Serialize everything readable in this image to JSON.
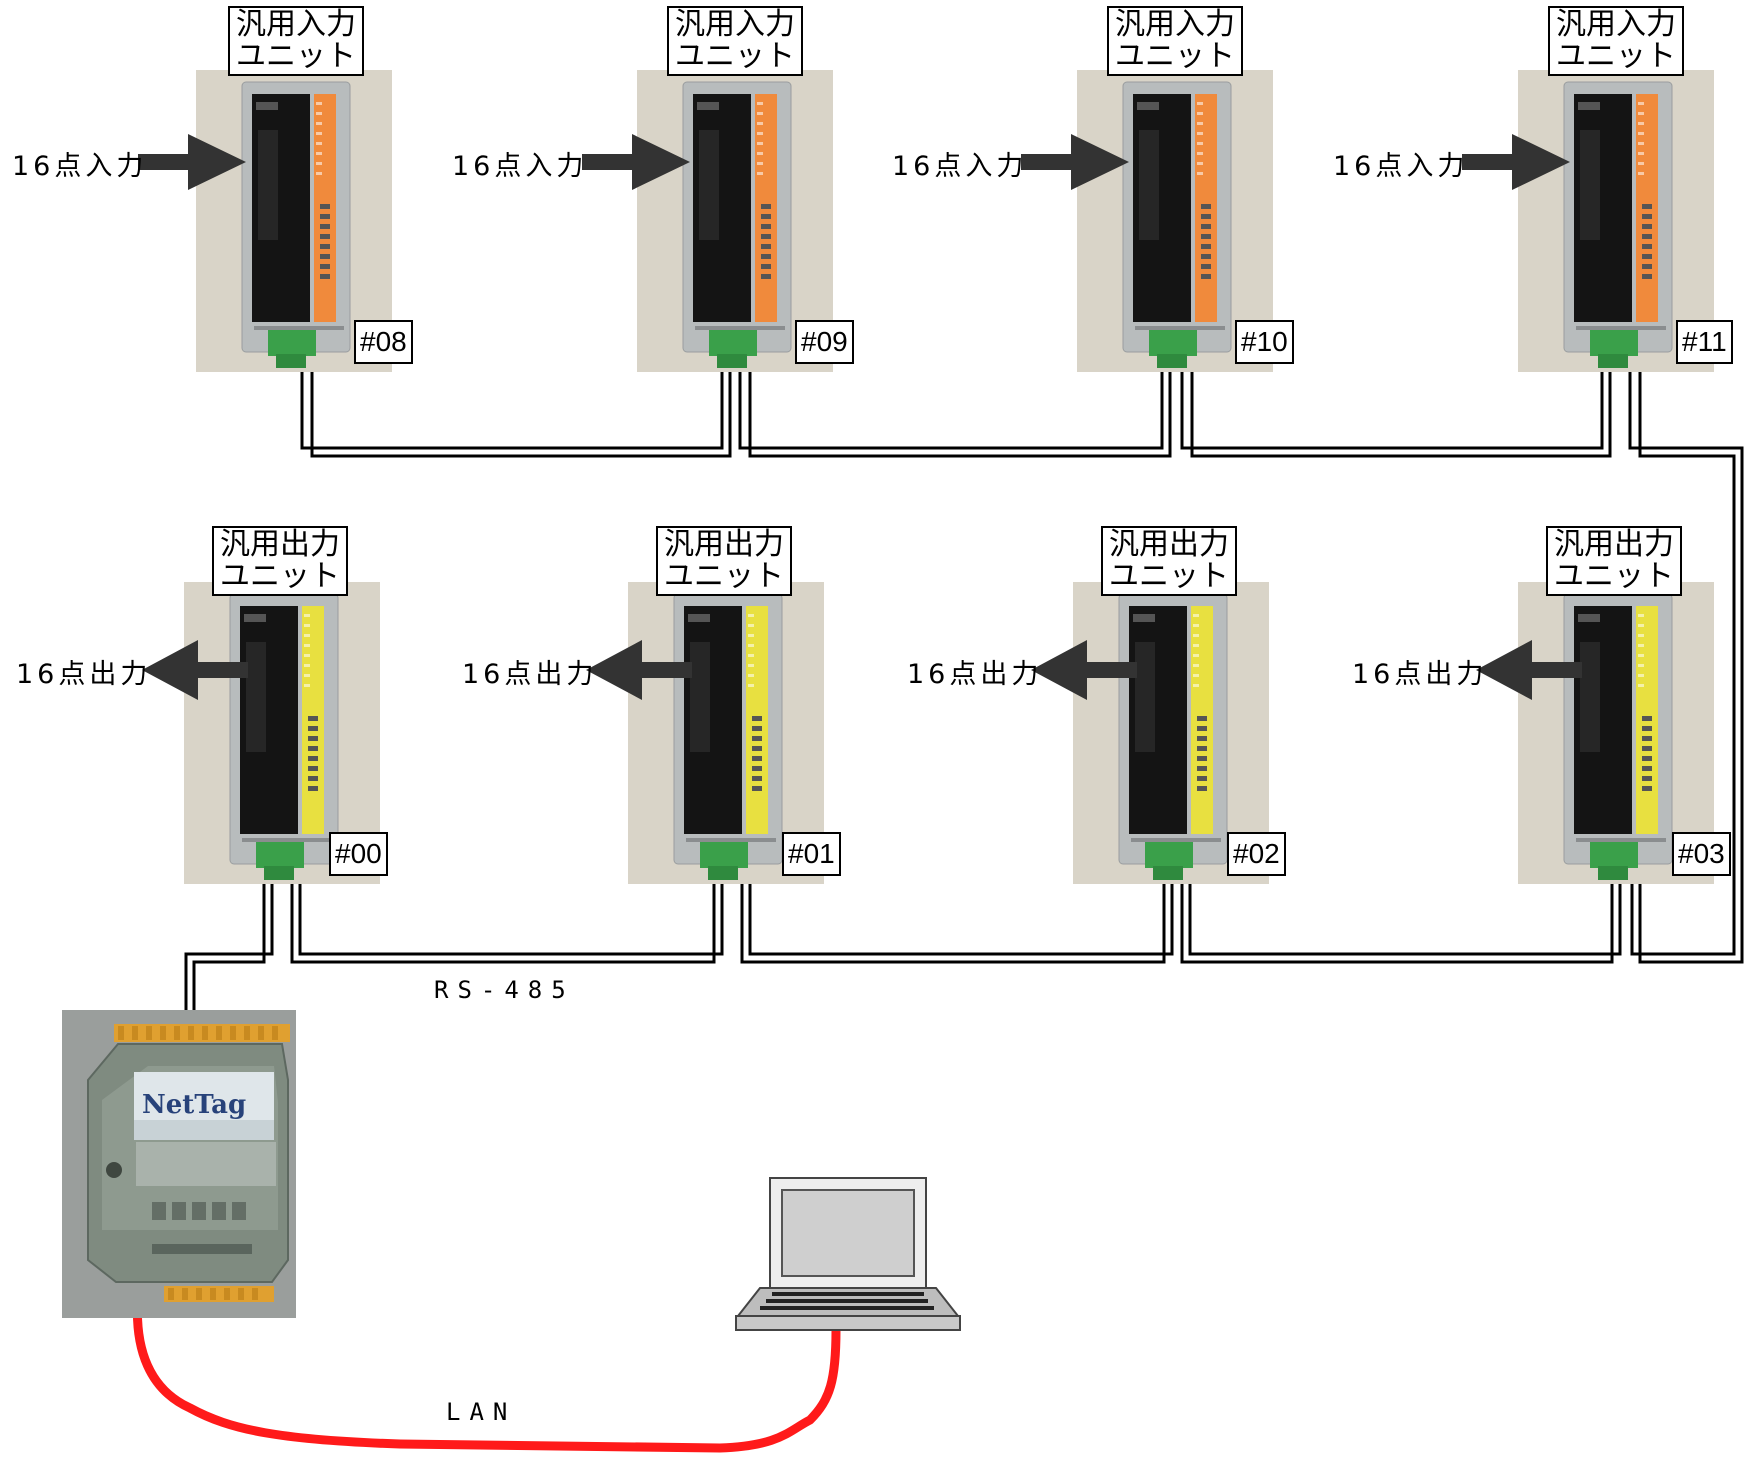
{
  "input_units": [
    {
      "label": "汎用入力\nユニット",
      "address": "#08",
      "io": "16点入力"
    },
    {
      "label": "汎用入力\nユニット",
      "address": "#09",
      "io": "16点入力"
    },
    {
      "label": "汎用入力\nユニット",
      "address": "#10",
      "io": "16点入力"
    },
    {
      "label": "汎用入力\nユニット",
      "address": "#11",
      "io": "16点入力"
    }
  ],
  "output_units": [
    {
      "label": "汎用出力\nユニット",
      "address": "#00",
      "io": "16点出力"
    },
    {
      "label": "汎用出力\nユニット",
      "address": "#01",
      "io": "16点出力"
    },
    {
      "label": "汎用出力\nユニット",
      "address": "#02",
      "io": "16点出力"
    },
    {
      "label": "汎用出力\nユニット",
      "address": "#03",
      "io": "16点出力"
    }
  ],
  "bus_label": "RS-485",
  "lan_label": "LAN",
  "gateway_logo": "NetTag",
  "colors": {
    "input_accent": "#f08a3c",
    "output_accent": "#e8e040",
    "lan_cable": "#ff1a1a",
    "terminal_green": "#3aa04a"
  }
}
